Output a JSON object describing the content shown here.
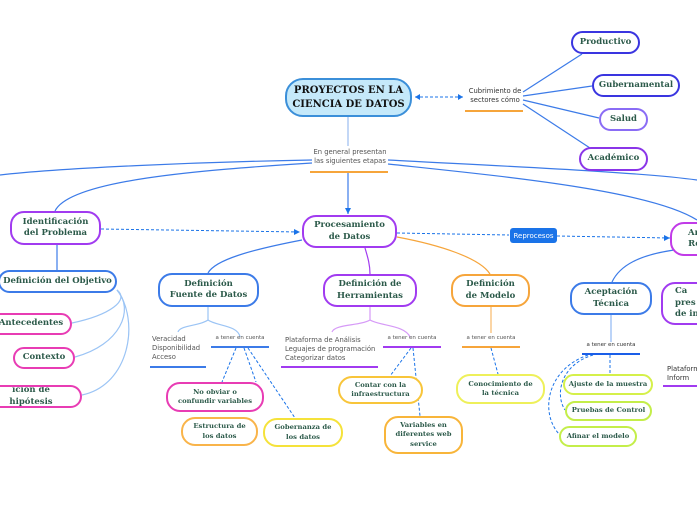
{
  "root": {
    "title": "PROYECTOS EN LA\nCIENCIA DE DATOS"
  },
  "sectors": {
    "label": "Cubrimiento de\nsectores cómo",
    "items": [
      "Productivo",
      "Gubernamental",
      "Salud",
      "Académico"
    ]
  },
  "stages_label": "En general presentan\nlas siguientes etapas",
  "reprocesos": "Reprocesos",
  "identificacion": {
    "title": "Identificación\ndel Problema",
    "objetivo": "Definición del Objetivo",
    "children": [
      "Antecedentes",
      "Contexto",
      "ición de hipótesis"
    ]
  },
  "procesamiento": {
    "title": "Procesamiento\nde Datos",
    "fuente": {
      "title": "Definición\nFuente de Datos",
      "list": "Veracidad\nDisponibilidad\nAcceso",
      "note": "a tener en cuenta",
      "children": [
        "No obviar o\nconfundir variables",
        "Estructura de\nlos datos",
        "Gobernanza de\nlos datos"
      ]
    },
    "herramientas": {
      "title": "Definición de\nHerramientas",
      "list": "Plataforma de Análisis\nLeguajes de programación\nCategorizar datos",
      "note": "a tener en cuenta",
      "children": [
        "Contar con la\ninfraestructura",
        "Variables en\ndiferentes web\nservice"
      ]
    },
    "modelo": {
      "title": "Definición\nde Modelo",
      "note": "a tener en cuenta",
      "children": [
        "Conocimiento de\nla técnica"
      ]
    }
  },
  "right": {
    "title_partial": "An\nRe",
    "aceptacion": {
      "title": "Aceptación\nTécnica",
      "note": "a tener en cuenta",
      "children": [
        "Ajuste de la muestra",
        "Pruebas de Control",
        "Afinar el modelo"
      ]
    },
    "second_partial": "Ca\npres\nde in",
    "plataforma_partial": "Plataform\nInform"
  },
  "colors": {
    "blue": "#3c7be8",
    "purple": "#a13bf0",
    "magenta": "#e83cb4",
    "orange": "#f6a53b",
    "yellow": "#f5e23a",
    "lime": "#d5f04a",
    "root_fill": "#c5e9fa",
    "reprocesos": "#1a73e8"
  }
}
